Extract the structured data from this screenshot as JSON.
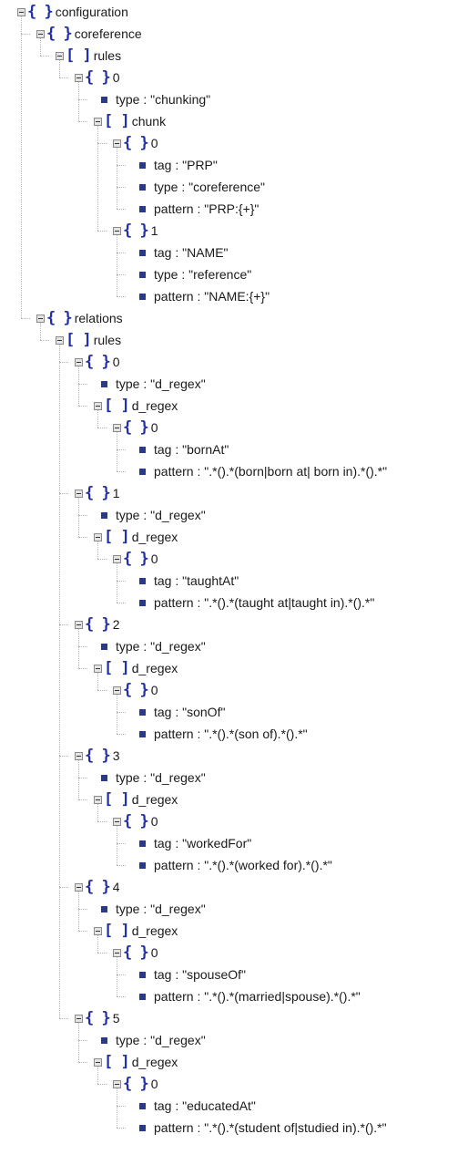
{
  "tree": {
    "type": "object",
    "label": "configuration",
    "children": [
      {
        "type": "object",
        "label": "coreference",
        "children": [
          {
            "type": "array",
            "label": "rules",
            "children": [
              {
                "type": "object",
                "label": "0",
                "children": [
                  {
                    "type": "leaf",
                    "label": "type : \"chunking\""
                  },
                  {
                    "type": "array",
                    "label": "chunk",
                    "children": [
                      {
                        "type": "object",
                        "label": "0",
                        "children": [
                          {
                            "type": "leaf",
                            "label": "tag : \"PRP\""
                          },
                          {
                            "type": "leaf",
                            "label": "type : \"coreference\""
                          },
                          {
                            "type": "leaf",
                            "label": "pattern : \"PRP:{+}\""
                          }
                        ]
                      },
                      {
                        "type": "object",
                        "label": "1",
                        "children": [
                          {
                            "type": "leaf",
                            "label": "tag : \"NAME\""
                          },
                          {
                            "type": "leaf",
                            "label": "type : \"reference\""
                          },
                          {
                            "type": "leaf",
                            "label": "pattern : \"NAME:{+}\""
                          }
                        ]
                      }
                    ]
                  }
                ]
              }
            ]
          }
        ]
      },
      {
        "type": "object",
        "label": "relations",
        "children": [
          {
            "type": "array",
            "label": "rules",
            "children": [
              {
                "type": "object",
                "label": "0",
                "children": [
                  {
                    "type": "leaf",
                    "label": "type : \"d_regex\""
                  },
                  {
                    "type": "array",
                    "label": "d_regex",
                    "children": [
                      {
                        "type": "object",
                        "label": "0",
                        "children": [
                          {
                            "type": "leaf",
                            "label": "tag : \"bornAt\""
                          },
                          {
                            "type": "leaf",
                            "label": "pattern : \".*().*(born|born at| born in).*().*\""
                          }
                        ]
                      }
                    ]
                  }
                ]
              },
              {
                "type": "object",
                "label": "1",
                "children": [
                  {
                    "type": "leaf",
                    "label": "type : \"d_regex\""
                  },
                  {
                    "type": "array",
                    "label": "d_regex",
                    "children": [
                      {
                        "type": "object",
                        "label": "0",
                        "children": [
                          {
                            "type": "leaf",
                            "label": "tag : \"taughtAt\""
                          },
                          {
                            "type": "leaf",
                            "label": "pattern : \".*().*(taught at|taught in).*().*\""
                          }
                        ]
                      }
                    ]
                  }
                ]
              },
              {
                "type": "object",
                "label": "2",
                "children": [
                  {
                    "type": "leaf",
                    "label": "type : \"d_regex\""
                  },
                  {
                    "type": "array",
                    "label": "d_regex",
                    "children": [
                      {
                        "type": "object",
                        "label": "0",
                        "children": [
                          {
                            "type": "leaf",
                            "label": "tag : \"sonOf\""
                          },
                          {
                            "type": "leaf",
                            "label": "pattern : \".*().*(son of).*().*\""
                          }
                        ]
                      }
                    ]
                  }
                ]
              },
              {
                "type": "object",
                "label": "3",
                "children": [
                  {
                    "type": "leaf",
                    "label": "type : \"d_regex\""
                  },
                  {
                    "type": "array",
                    "label": "d_regex",
                    "children": [
                      {
                        "type": "object",
                        "label": "0",
                        "children": [
                          {
                            "type": "leaf",
                            "label": "tag : \"workedFor\""
                          },
                          {
                            "type": "leaf",
                            "label": "pattern : \".*().*(worked for).*().*\""
                          }
                        ]
                      }
                    ]
                  }
                ]
              },
              {
                "type": "object",
                "label": "4",
                "children": [
                  {
                    "type": "leaf",
                    "label": "type : \"d_regex\""
                  },
                  {
                    "type": "array",
                    "label": "d_regex",
                    "children": [
                      {
                        "type": "object",
                        "label": "0",
                        "children": [
                          {
                            "type": "leaf",
                            "label": "tag : \"spouseOf\""
                          },
                          {
                            "type": "leaf",
                            "label": "pattern : \".*().*(married|spouse).*().*\""
                          }
                        ]
                      }
                    ]
                  }
                ]
              },
              {
                "type": "object",
                "label": "5",
                "children": [
                  {
                    "type": "leaf",
                    "label": "type : \"d_regex\""
                  },
                  {
                    "type": "array",
                    "label": "d_regex",
                    "children": [
                      {
                        "type": "object",
                        "label": "0",
                        "children": [
                          {
                            "type": "leaf",
                            "label": "tag : \"educatedAt\""
                          },
                          {
                            "type": "leaf",
                            "label": "pattern : \".*().*(student of|studied in).*().*\""
                          }
                        ]
                      }
                    ]
                  }
                ]
              }
            ]
          }
        ]
      }
    ]
  },
  "icons": {
    "object": "curly-braces-icon",
    "array": "square-brackets-icon",
    "leaf": "leaf-square-icon",
    "toggle": "collapse-minus-icon"
  },
  "colors": {
    "icon_blue": "#1f2fa8",
    "leaf_square": "#2a3a8a",
    "connector": "#b5b5b5",
    "text": "#1a1a1a"
  }
}
